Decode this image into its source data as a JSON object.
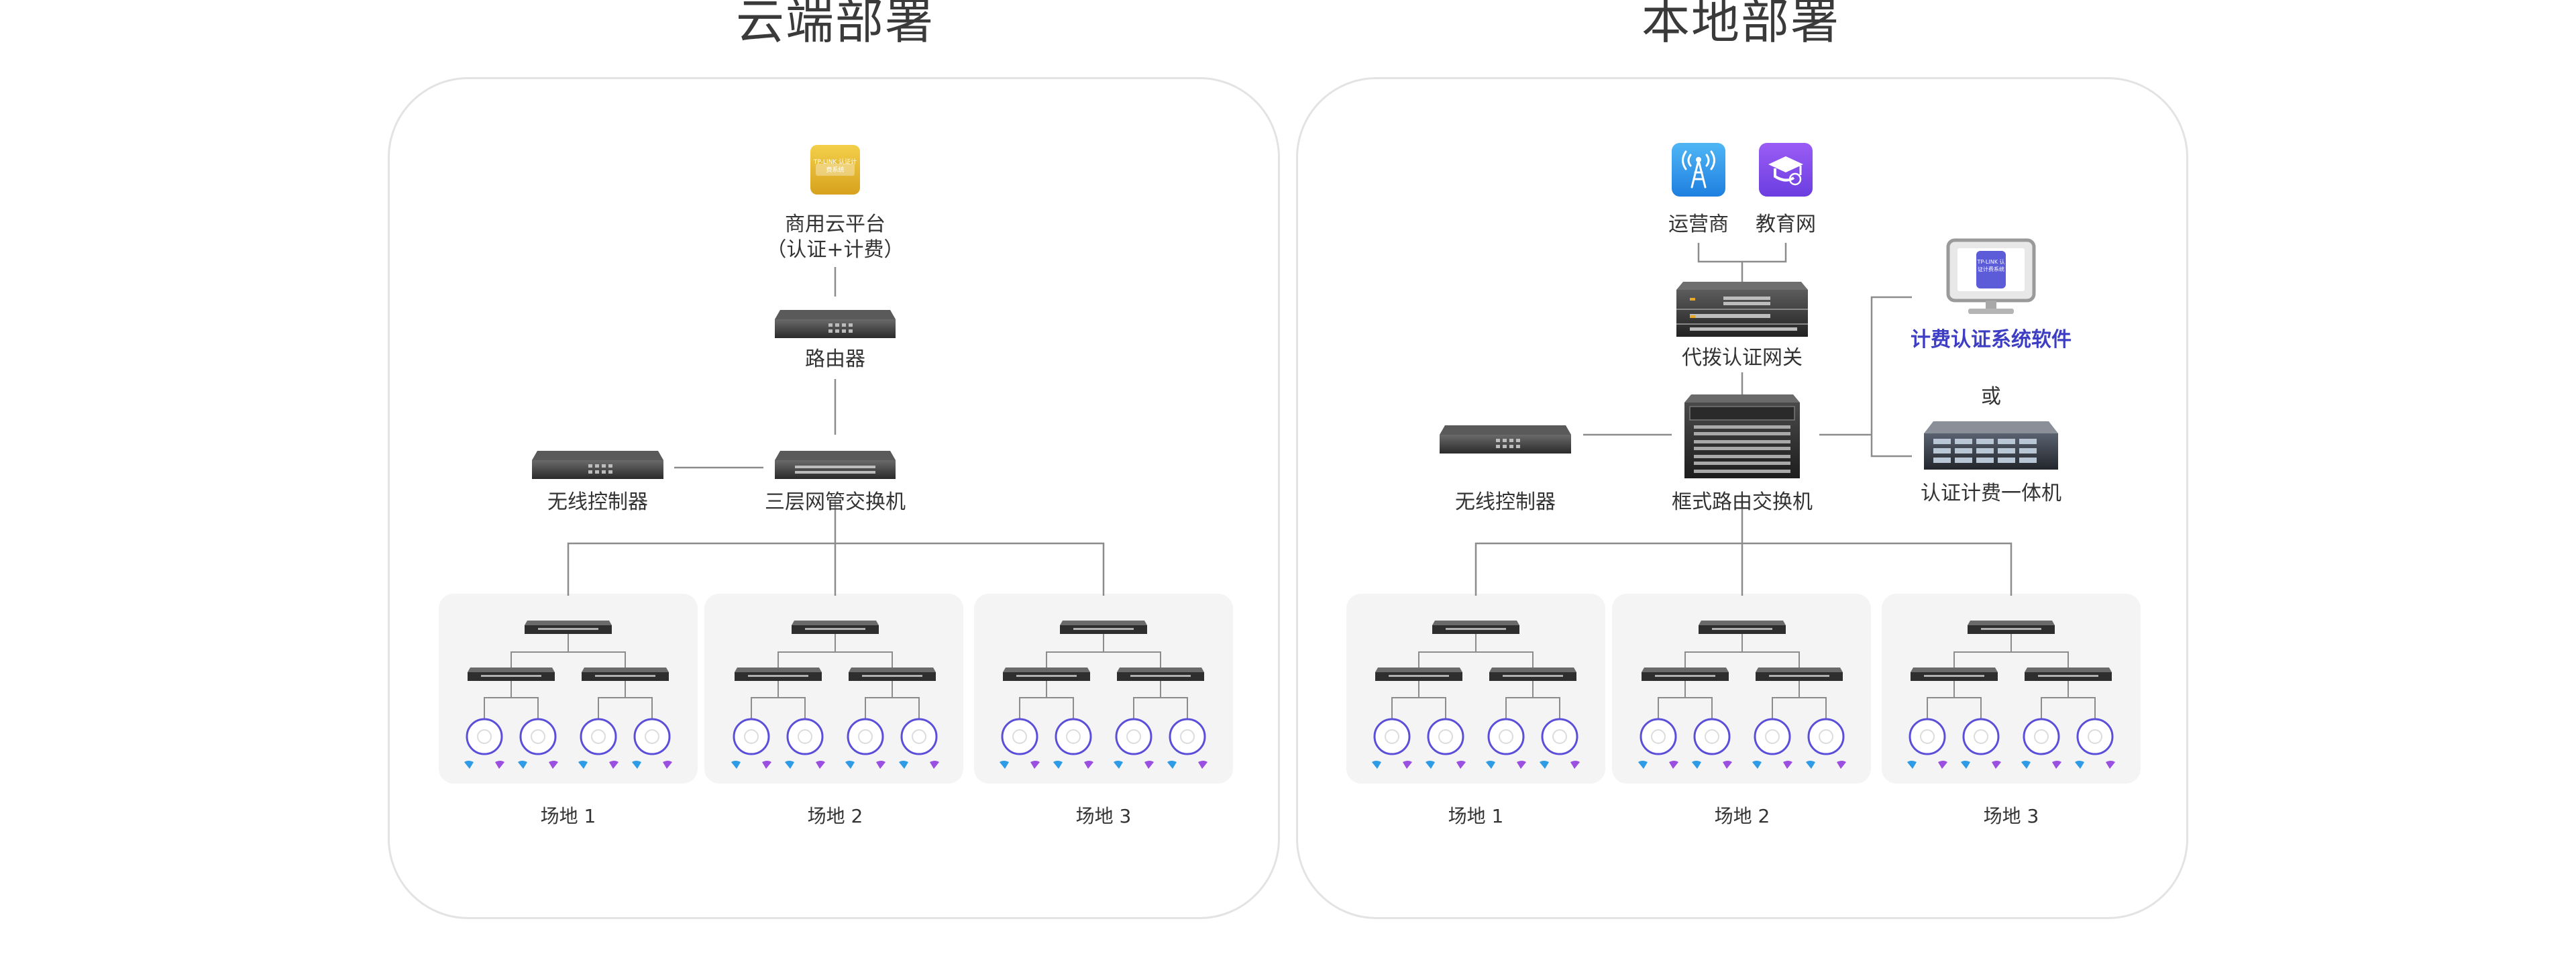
{
  "cloud": {
    "title": "云端部署",
    "platform": "商用云平台",
    "platform_note": "（认证+计费）",
    "platform_badge": "TP-LINK 认证计费系统",
    "router": "路由器",
    "wireless_controller": "无线控制器",
    "core_switch": "三层网管交换机",
    "sites": [
      "场地 1",
      "场地 2",
      "场地 3"
    ]
  },
  "local": {
    "title": "本地部署",
    "carrier": "运营商",
    "edu_net": "教育网",
    "gateway": "代拨认证网关",
    "chassis_switch": "框式路由交换机",
    "wireless_controller": "无线控制器",
    "billing_software": "计费认证系统软件",
    "monitor_badge": "TP-LINK 认证计费系统",
    "or": "或",
    "appliance": "认证计费一体机",
    "sites": [
      "场地 1",
      "场地 2",
      "场地 3"
    ]
  },
  "colors": {
    "accent_blue": "#3d3ec4",
    "line": "#8c8c8c",
    "ap_ring": "#5b4fd9",
    "wifi_blue": "#2e9be6",
    "wifi_purple": "#9b4fe0",
    "gold": "#e2b62a"
  },
  "icons": [
    "tower-icon",
    "graduation-cap-icon",
    "monitor-icon",
    "server-icon",
    "switch-icon",
    "access-point-icon",
    "wifi-signal-icon"
  ]
}
